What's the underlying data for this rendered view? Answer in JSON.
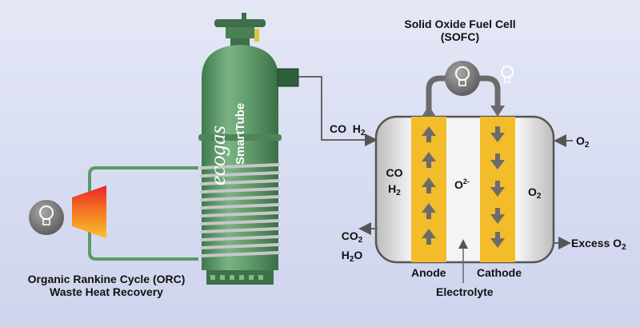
{
  "tank": {
    "brand": "ecogas",
    "product": "SmartTube"
  },
  "sofc": {
    "title_line1": "Solid Oxide Fuel Cell",
    "title_line2": "(SOFC)",
    "inlet_fuel_co": "CO",
    "inlet_fuel_h": "H",
    "inlet_fuel_sub": "2",
    "oxygen_in": "O",
    "oxygen_in_sub": "2",
    "anode_co": "CO",
    "anode_h": "H",
    "anode_h_sub": "2",
    "ion": "O",
    "ion_sup": "2-",
    "cathode_o": "O",
    "cathode_o_sub": "2",
    "exhaust_co": "CO",
    "exhaust_co_sub": "2",
    "exhaust_h": "H",
    "exhaust_h_sub": "2",
    "exhaust_o": "O",
    "excess_label": "Excess O",
    "excess_sub": "2",
    "anode_label": "Anode",
    "cathode_label": "Cathode",
    "electrolyte_label": "Electrolyte"
  },
  "orc": {
    "line1": "Organic Rankine Cycle (ORC)",
    "line2": "Waste Heat Recovery"
  },
  "colors": {
    "tank": "#5f9a6a",
    "electrode": "#f2bc2a",
    "arrow": "#6b6b6b",
    "cell_border": "#555555"
  }
}
